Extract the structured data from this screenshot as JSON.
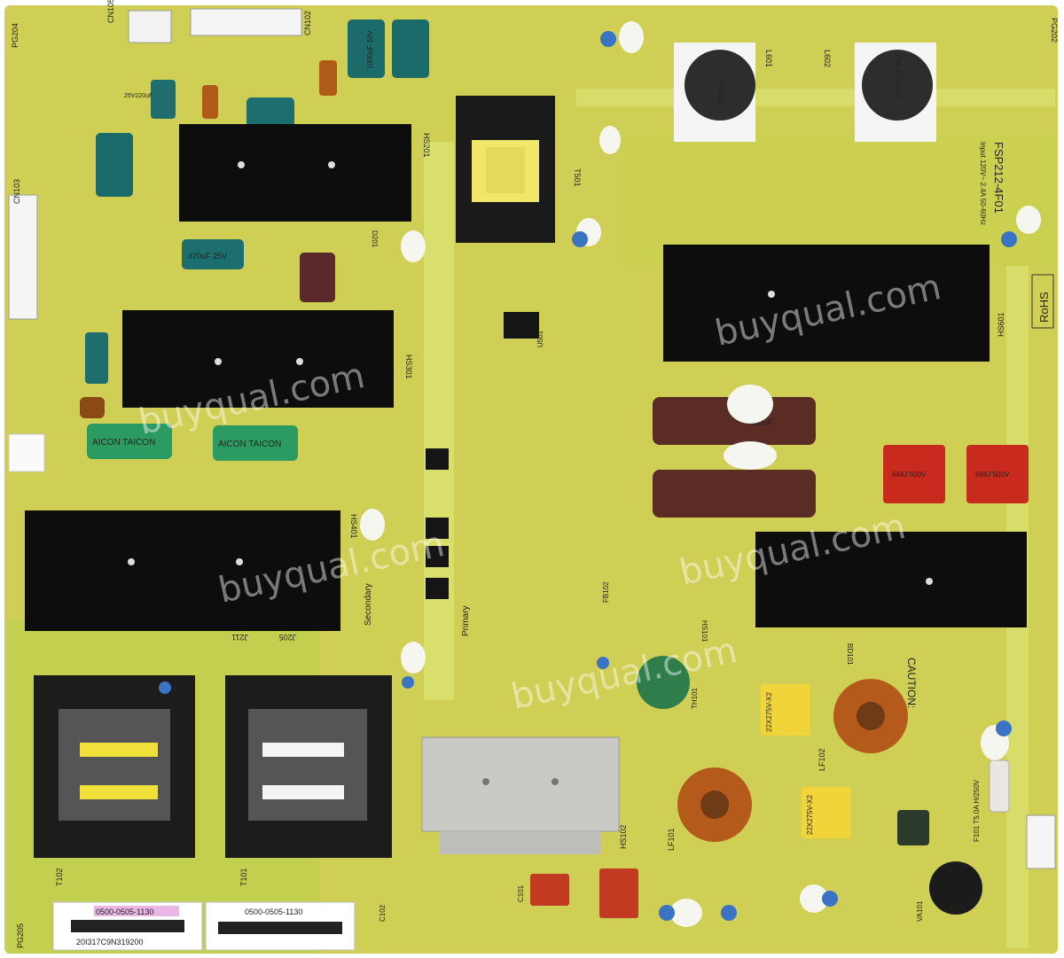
{
  "board": {
    "model": "FSP212-4F01",
    "input_rating": "Input 120V~ 2.4A 50-60Hz",
    "rohs": "RoHS",
    "primary": "Primary",
    "secondary": "Secondary",
    "caution": "CAUTION:",
    "fuse": "F101 T5.0A H/250V",
    "taicon": "AICON TAICON",
    "choke_mark": "T101041",
    "choke_mark2": "TDK X 271311",
    "xcap": "22X275V-X2",
    "filmcap": "684J 500V",
    "cap_small": "25V220uF",
    "cap_470": "470uF 25V",
    "cap_1000": "1000uF 10V",
    "cap_big": "180uF",
    "watermark": "buyqual.com"
  },
  "labels": {
    "part_number_left": "0500-0505-1130",
    "part_number_right": "0500-0505-1130",
    "serial": "20I317C9N319200"
  },
  "refs": {
    "cn105": "CN105",
    "cn102": "CN102",
    "cn103": "CN103",
    "hs201": "HS201",
    "hs301": "HS301",
    "hs401": "HS401",
    "hs601": "HS601",
    "hs101": "HS101",
    "hs102": "HS102",
    "t501": "T501",
    "t101": "T101",
    "t102": "T102",
    "l601": "L601",
    "l602": "L602",
    "lf101": "LF101",
    "lf102": "LF102",
    "th101": "TH101",
    "va101": "VA101",
    "bd101": "BD101",
    "j205": "J205",
    "j211": "J211",
    "u501": "U501",
    "d201": "D201",
    "c101": "C101",
    "c102": "C102",
    "pg204": "PG204",
    "pg202": "PG202",
    "pg205": "PG205",
    "fb102": "FB102"
  }
}
